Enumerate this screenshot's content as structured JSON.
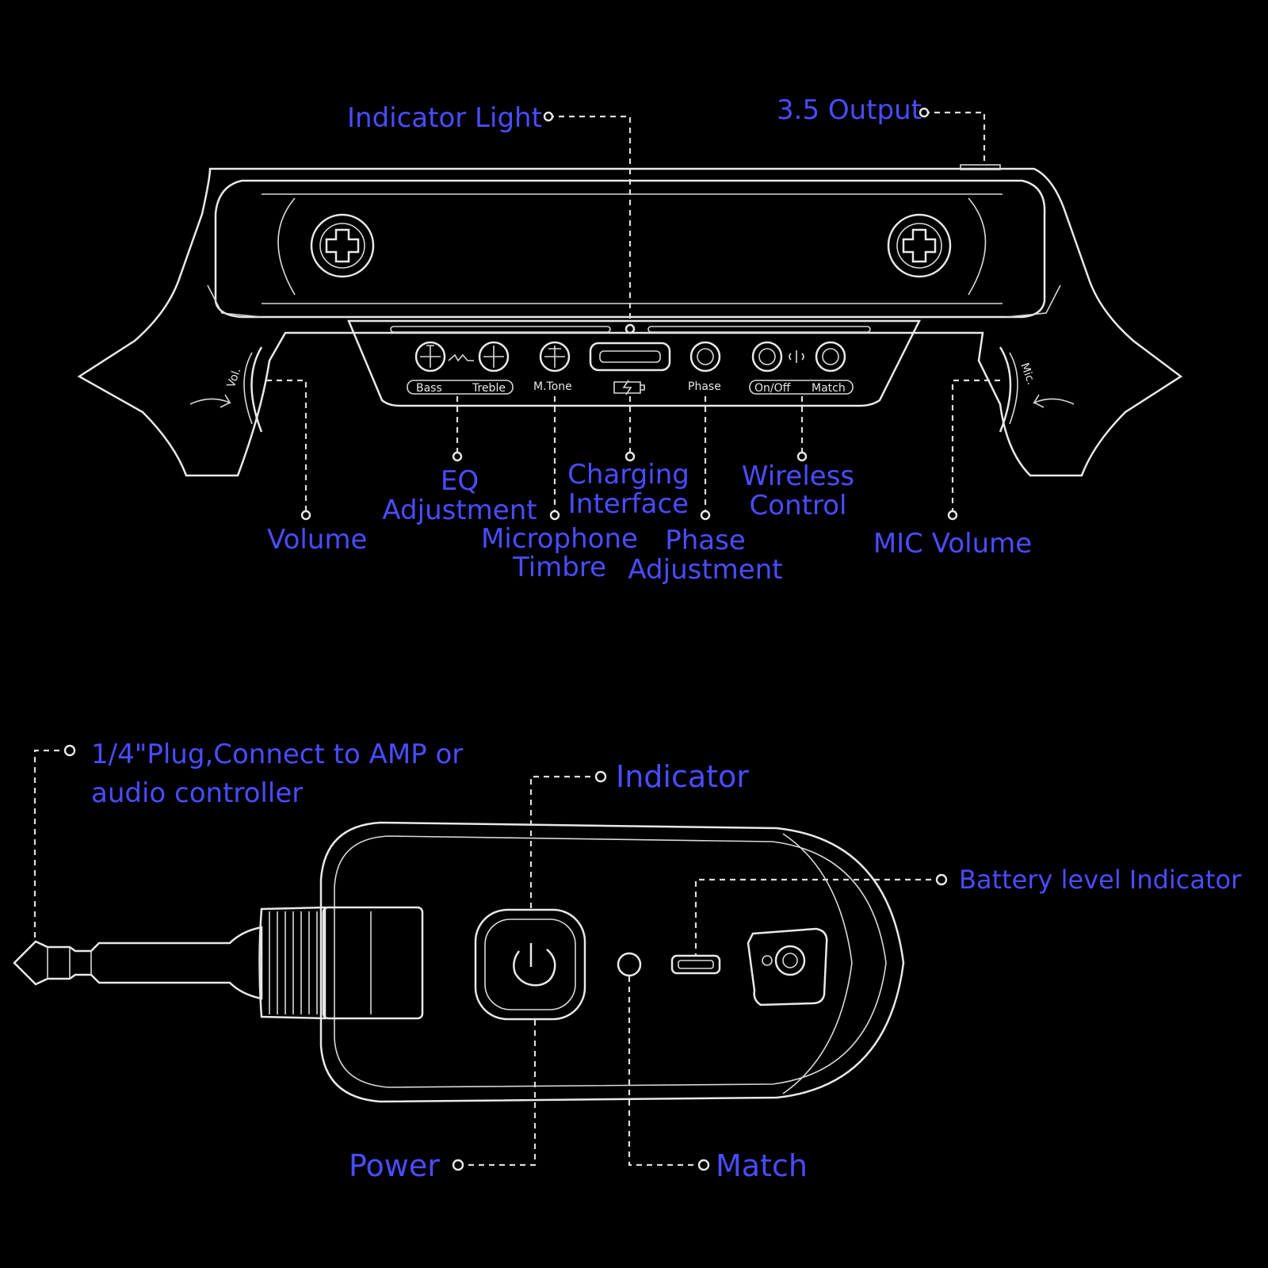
{
  "colors": {
    "background": "#000000",
    "label": "#4a4cff",
    "line": "#e8e8e8"
  },
  "receiver": {
    "labels": {
      "indicator_light": "Indicator Light",
      "output_35": "3.5 Output",
      "volume": "Volume",
      "eq_line1": "EQ",
      "eq_line2": "Adjustment",
      "charging_line1": "Charging",
      "charging_line2": "Interface",
      "wireless_line1": "Wireless",
      "wireless_line2": "Control",
      "mic_volume": "MIC Volume",
      "microphone_line1": "Microphone",
      "microphone_line2": "Timbre",
      "phase_line1": "Phase",
      "phase_line2": "Adjustment"
    },
    "panel_text": {
      "bass": "Bass",
      "treble": "Treble",
      "mtone": "M.Tone",
      "phase": "Phase",
      "onoff": "On/Off",
      "match": "Match",
      "vol": "Vol.",
      "mic": "Mic."
    }
  },
  "transmitter": {
    "labels": {
      "plug_line1": "1/4\"Plug,Connect to AMP or",
      "plug_line2": "audio controller",
      "indicator": "Indicator",
      "battery": "Battery  level Indicator",
      "power": "Power",
      "match": "Match"
    }
  }
}
